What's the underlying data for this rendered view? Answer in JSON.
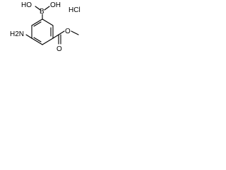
{
  "compound": {
    "boronic_acid_oh_left": "HO",
    "boron": "B",
    "boronic_acid_oh_right": "OH",
    "salt": "HCl",
    "amine": "H2N",
    "ester_carbonyl_oxygen": "O",
    "ester_oxygen": "O"
  }
}
